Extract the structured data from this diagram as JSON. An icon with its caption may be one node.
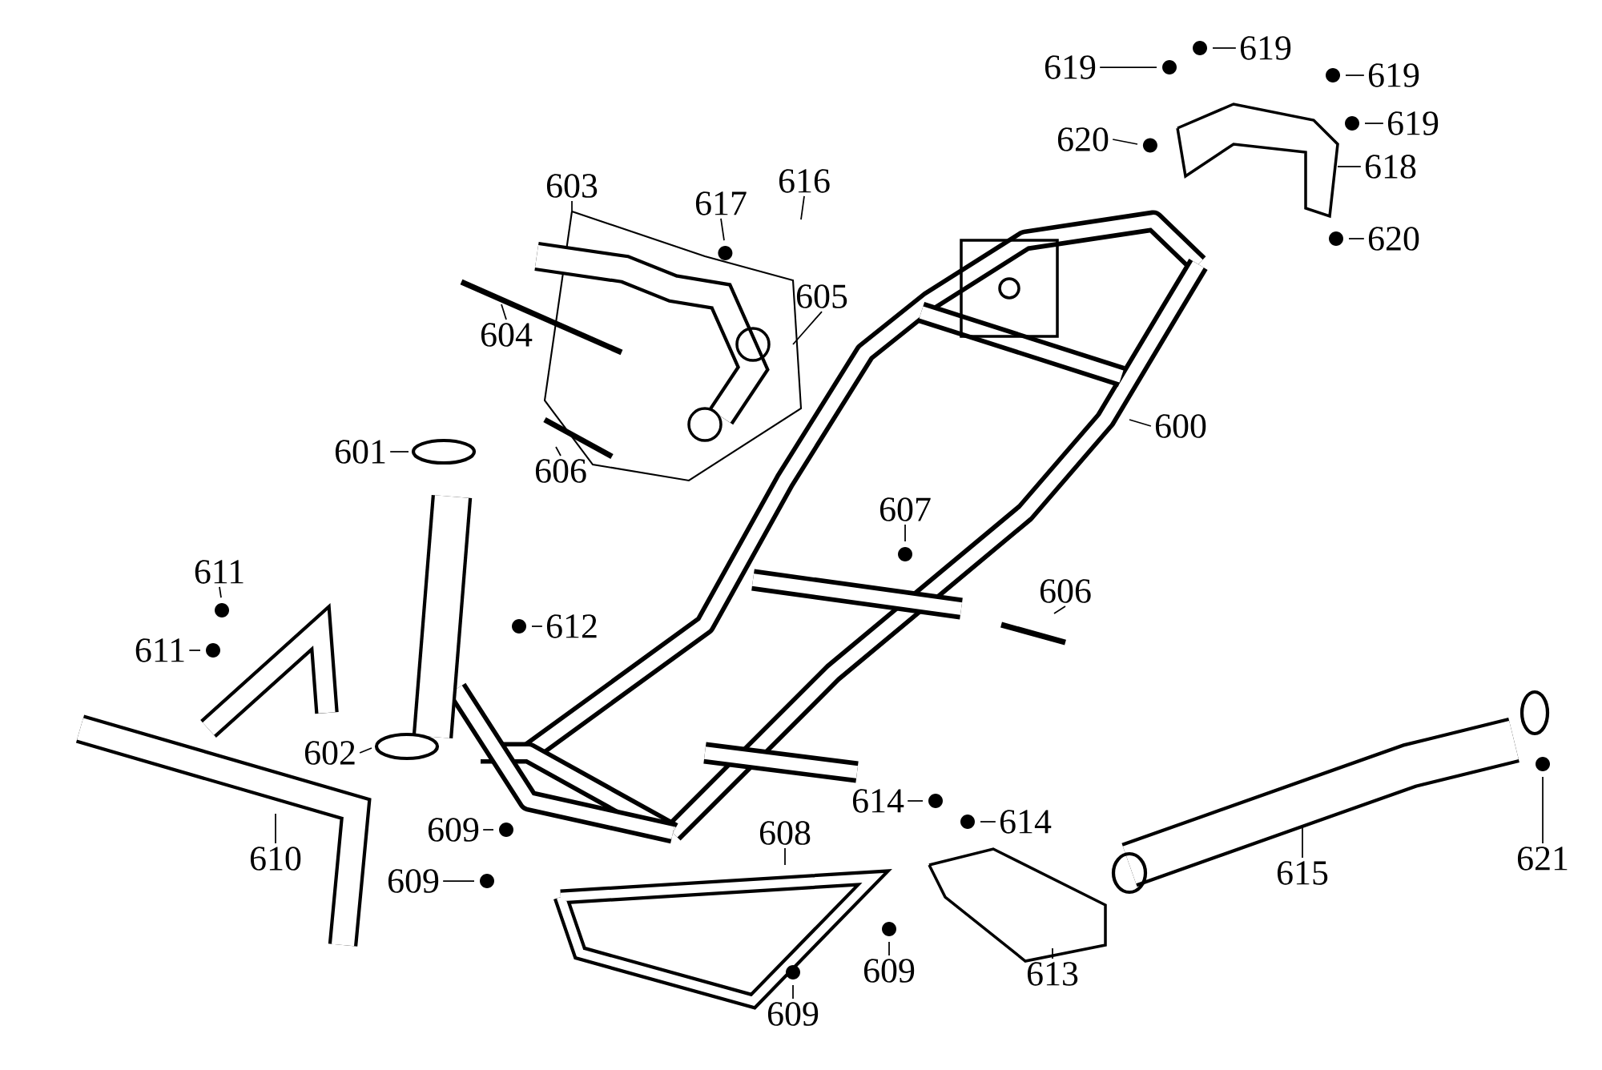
{
  "diagram": {
    "nodes": [
      {
        "text": [
          "619"
        ]
      },
      {
        "text": [
          "619"
        ]
      },
      {
        "text": [
          "619"
        ]
      },
      {
        "text": [
          "619"
        ]
      },
      {
        "text": [
          "620"
        ]
      },
      {
        "text": [
          "618"
        ]
      },
      {
        "text": [
          "603"
        ]
      },
      {
        "text": [
          "617"
        ]
      },
      {
        "text": [
          "616"
        ]
      },
      {
        "text": [
          "620"
        ]
      },
      {
        "text": [
          "605"
        ]
      },
      {
        "text": [
          "604"
        ]
      },
      {
        "text": [
          "600"
        ]
      },
      {
        "text": [
          "601"
        ]
      },
      {
        "text": [
          "606"
        ]
      },
      {
        "text": [
          "607"
        ]
      },
      {
        "text": [
          "611"
        ]
      },
      {
        "text": [
          "606"
        ]
      },
      {
        "text": [
          "612"
        ]
      },
      {
        "text": [
          "611"
        ]
      },
      {
        "text": [
          "602"
        ]
      },
      {
        "text": [
          "614"
        ]
      },
      {
        "text": [
          "614"
        ]
      },
      {
        "text": [
          "608"
        ]
      },
      {
        "text": [
          "609"
        ]
      },
      {
        "text": [
          "621"
        ]
      },
      {
        "text": [
          "615"
        ]
      },
      {
        "text": [
          "610"
        ]
      },
      {
        "text": [
          "609"
        ]
      },
      {
        "text": [
          "609"
        ]
      },
      {
        "text": [
          "613"
        ]
      },
      {
        "text": [
          "609"
        ]
      }
    ],
    "edges": [
      {
        "from": 0,
        "to": null,
        "arrow": "none"
      },
      {
        "from": 1,
        "to": null,
        "arrow": "none"
      },
      {
        "from": 2,
        "to": null,
        "arrow": "none"
      },
      {
        "from": 3,
        "to": null,
        "arrow": "none"
      },
      {
        "from": 4,
        "to": null,
        "arrow": "none"
      },
      {
        "from": 5,
        "to": null,
        "arrow": "none"
      },
      {
        "from": 6,
        "to": null,
        "arrow": "none"
      },
      {
        "from": 7,
        "to": null,
        "arrow": "none"
      },
      {
        "from": 8,
        "to": null,
        "arrow": "none"
      },
      {
        "from": 9,
        "to": null,
        "arrow": "none"
      },
      {
        "from": 10,
        "to": null,
        "arrow": "none"
      },
      {
        "from": 11,
        "to": null,
        "arrow": "none"
      },
      {
        "from": 12,
        "to": null,
        "arrow": "none"
      },
      {
        "from": 13,
        "to": null,
        "arrow": "none"
      },
      {
        "from": 14,
        "to": null,
        "arrow": "none"
      },
      {
        "from": 15,
        "to": null,
        "arrow": "none"
      },
      {
        "from": 16,
        "to": null,
        "arrow": "none"
      },
      {
        "from": 17,
        "to": null,
        "arrow": "none"
      },
      {
        "from": 18,
        "to": null,
        "arrow": "none"
      },
      {
        "from": 19,
        "to": null,
        "arrow": "none"
      },
      {
        "from": 20,
        "to": null,
        "arrow": "none"
      },
      {
        "from": 21,
        "to": null,
        "arrow": "none"
      },
      {
        "from": 22,
        "to": null,
        "arrow": "none"
      },
      {
        "from": 23,
        "to": null,
        "arrow": "none"
      },
      {
        "from": 24,
        "to": null,
        "arrow": "none"
      },
      {
        "from": 25,
        "to": null,
        "arrow": "none"
      },
      {
        "from": 26,
        "to": null,
        "arrow": "none"
      },
      {
        "from": 27,
        "to": null,
        "arrow": "none"
      },
      {
        "from": 28,
        "to": null,
        "arrow": "none"
      },
      {
        "from": 29,
        "to": null,
        "arrow": "none"
      },
      {
        "from": 30,
        "to": null,
        "arrow": "none"
      },
      {
        "from": 31,
        "to": null,
        "arrow": "none"
      }
    ]
  }
}
